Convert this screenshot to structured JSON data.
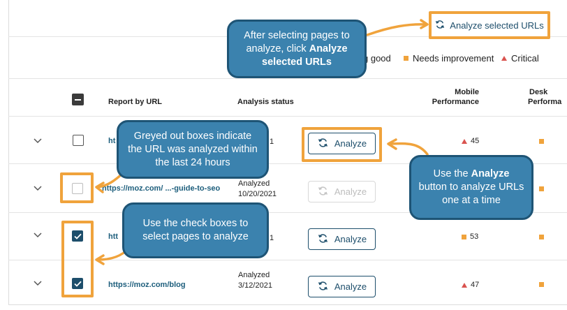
{
  "toolbar": {
    "analyze_selected_label": "Analyze selected URLs"
  },
  "legend": {
    "good_label": "g good",
    "needs_improvement_label": "Needs improvement",
    "critical_label": "Critical"
  },
  "table": {
    "headers": {
      "report_by_url": "Report by URL",
      "analysis_status": "Analysis status",
      "mobile_line1": "Mobile",
      "mobile_line2": "Performance",
      "desktop_line1": "Desk",
      "desktop_line2": "Performa"
    },
    "rows": [
      {
        "url": "ht",
        "status_line1": "",
        "status_line2": "1",
        "button_label": "Analyze",
        "mobile_value": "45",
        "mobile_status": "critical"
      },
      {
        "url": "https://moz.com/ ...-guide-to-seo",
        "status_line1": "Analyzed",
        "status_line2": "10/20/2021",
        "button_label": "Analyze",
        "mobile_value": "",
        "mobile_status": ""
      },
      {
        "url": "htt",
        "status_line1": "",
        "status_line2": "1",
        "button_label": "Analyze",
        "mobile_value": "53",
        "mobile_status": "needs-improvement"
      },
      {
        "url": "https://moz.com/blog",
        "status_line1": "Analyzed",
        "status_line2": "3/12/2021",
        "button_label": "Analyze",
        "mobile_value": "47",
        "mobile_status": "critical"
      }
    ]
  },
  "callouts": {
    "top_line1": "After selecting pages to",
    "top_line2": "analyze, click ",
    "top_bold": "Analyze selected URLs",
    "greyed": "Greyed out boxes indicate the URL was analyzed within the last 24 hours",
    "analyze_pre": "Use the ",
    "analyze_bold": "Analyze",
    "analyze_post": " button to analyze URLs one at a time",
    "checkbox": "Use the check boxes to select pages to analyze"
  },
  "colors": {
    "accent_orange": "#f0a33c",
    "callout_blue": "#3b82ae",
    "brand_navy": "#1d4e6b",
    "critical_red": "#d9534f"
  }
}
